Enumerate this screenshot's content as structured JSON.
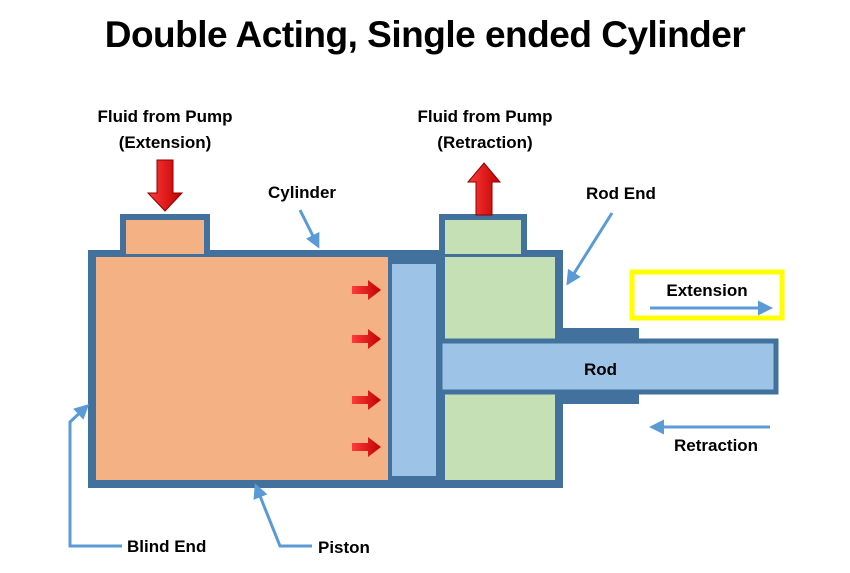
{
  "title": "Double Acting, Single ended Cylinder",
  "labels": {
    "fluid_extension_line1": "Fluid from Pump",
    "fluid_extension_line2": "(Extension)",
    "fluid_retraction_line1": "Fluid from Pump",
    "fluid_retraction_line2": "(Retraction)",
    "cylinder": "Cylinder",
    "rod_end": "Rod End",
    "extension": "Extension",
    "rod": "Rod",
    "retraction": "Retraction",
    "blind_end": "Blind End",
    "piston": "Piston"
  },
  "colors": {
    "wall": "#41719c",
    "blind_chamber": "#f4b183",
    "rod_chamber": "#c5e0b4",
    "piston": "#9dc3e6",
    "rod": "#9dc3e6",
    "pointer": "#5b9bd5",
    "flow_arrow": "#ff0000",
    "highlight_box": "#ffff00"
  }
}
